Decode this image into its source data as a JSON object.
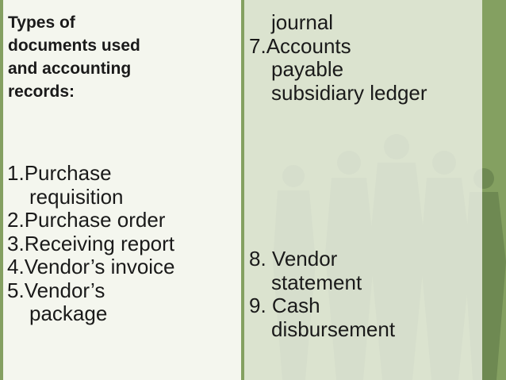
{
  "heading": {
    "lines": [
      "Types of",
      "documents used",
      "and accounting",
      "records:"
    ]
  },
  "left_list": [
    {
      "num": "1.",
      "lines": [
        "Purchase",
        "requisition"
      ]
    },
    {
      "num": "2.",
      "lines": [
        "Purchase order"
      ]
    },
    {
      "num": "3.",
      "lines": [
        "Receiving report"
      ]
    },
    {
      "num": "4.",
      "lines": [
        "Vendor’s invoice"
      ]
    },
    {
      "num": "5.",
      "lines": [
        "Vendor’s",
        "package"
      ]
    }
  ],
  "right_list_top": [
    {
      "num": "",
      "lines": [
        "journal"
      ]
    },
    {
      "num": "7.",
      "lines": [
        "Accounts",
        "payable",
        "subsidiary ledger"
      ]
    }
  ],
  "right_list_bottom": [
    {
      "num": "8. ",
      "lines": [
        "Vendor",
        "statement"
      ]
    },
    {
      "num": "9. ",
      "lines": [
        "Cash",
        "disbursement"
      ]
    }
  ],
  "colors": {
    "background": "#7f9a5c",
    "panel": "#f4f6ee",
    "silhouette": "#5f7a45",
    "text": "#1a1a1a"
  }
}
